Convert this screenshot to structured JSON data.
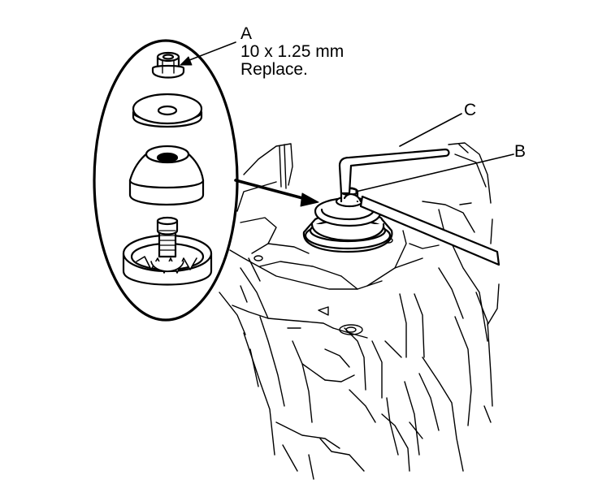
{
  "callouts": {
    "a": {
      "letter": "A",
      "spec": "10 x 1.25 mm",
      "note": "Replace."
    },
    "b": {
      "letter": "B"
    },
    "c": {
      "letter": "C"
    }
  },
  "colors": {
    "line": "#000000",
    "background": "#ffffff",
    "part_fill": "#f0f0f0"
  },
  "icons": [
    "flange-nut",
    "washer",
    "rubber-bushing",
    "shock-absorber-mount",
    "hex-wrench",
    "box-wrench",
    "shock-tower"
  ]
}
